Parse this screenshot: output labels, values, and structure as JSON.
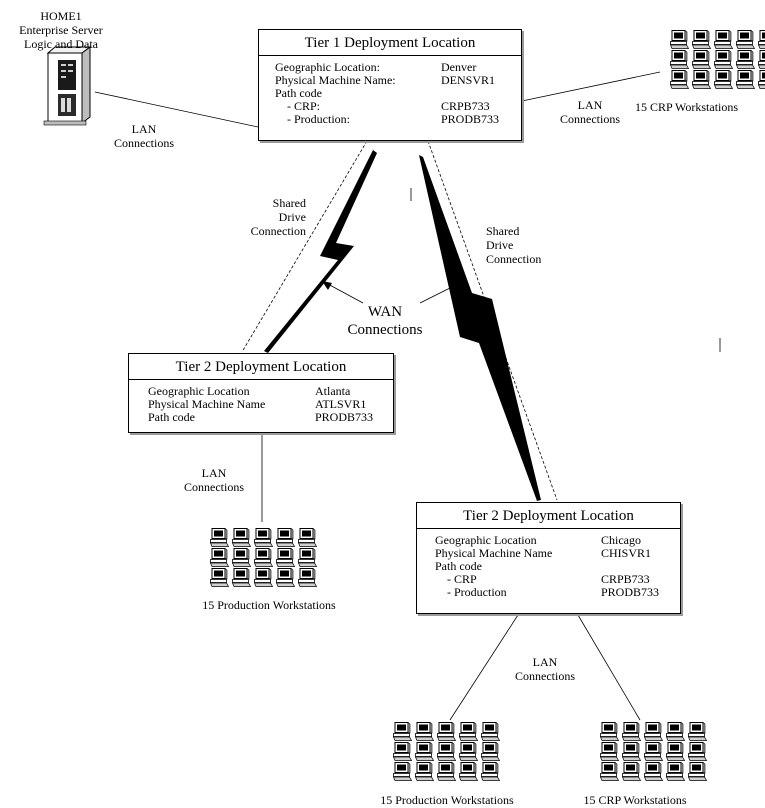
{
  "home_server": {
    "lines": [
      "HOME1",
      "Enterprise Server",
      "Logic and Data"
    ]
  },
  "tier1": {
    "title": "Tier 1 Deployment Location",
    "rows": [
      {
        "key": "Geographic Location:",
        "value": "Denver"
      },
      {
        "key": "Physical Machine Name:",
        "value": "DENSVR1"
      },
      {
        "key": "Path code",
        "value": ""
      },
      {
        "key": "  - CRP:",
        "value": "CRPB733"
      },
      {
        "key": "  - Production:",
        "value": "PRODB733"
      }
    ]
  },
  "tier2_atlanta": {
    "title": "Tier 2 Deployment Location",
    "rows": [
      {
        "key": "Geographic Location",
        "value": "Atlanta"
      },
      {
        "key": "Physical Machine Name",
        "value": "ATLSVR1"
      },
      {
        "key": "Path code",
        "value": "PRODB733"
      }
    ]
  },
  "tier2_chicago": {
    "title": "Tier 2 Deployment Location",
    "rows": [
      {
        "key": "Geographic Location",
        "value": "Chicago"
      },
      {
        "key": "Physical Machine Name",
        "value": "CHISVR1"
      },
      {
        "key": "Path code",
        "value": ""
      },
      {
        "key": "  - CRP",
        "value": "CRPB733"
      },
      {
        "key": "  - Production",
        "value": "PRODB733"
      }
    ]
  },
  "labels": {
    "lan_left": [
      "LAN",
      "Connections"
    ],
    "lan_right": [
      "LAN",
      "Connections"
    ],
    "lan_atlanta": [
      "LAN",
      "Connections"
    ],
    "lan_chicago": [
      "LAN",
      "Connections"
    ],
    "shared_left": [
      "Shared",
      "Drive",
      "Connection"
    ],
    "shared_right": [
      "Shared",
      "Drive",
      "Connection"
    ],
    "wan": [
      "WAN",
      "Connections"
    ]
  },
  "workstation_groups": {
    "denver_crp": {
      "label": "15 CRP Workstations",
      "count": 15
    },
    "atlanta_production": {
      "label": "15 Production Workstations",
      "count": 15
    },
    "chicago_production": {
      "label": "15 Production Workstations",
      "count": 15
    },
    "chicago_crp": {
      "label": "15 CRP Workstations",
      "count": 15
    }
  },
  "icons": {
    "server": "server-tower-icon",
    "workstation": "desktop-workstation-icon"
  }
}
